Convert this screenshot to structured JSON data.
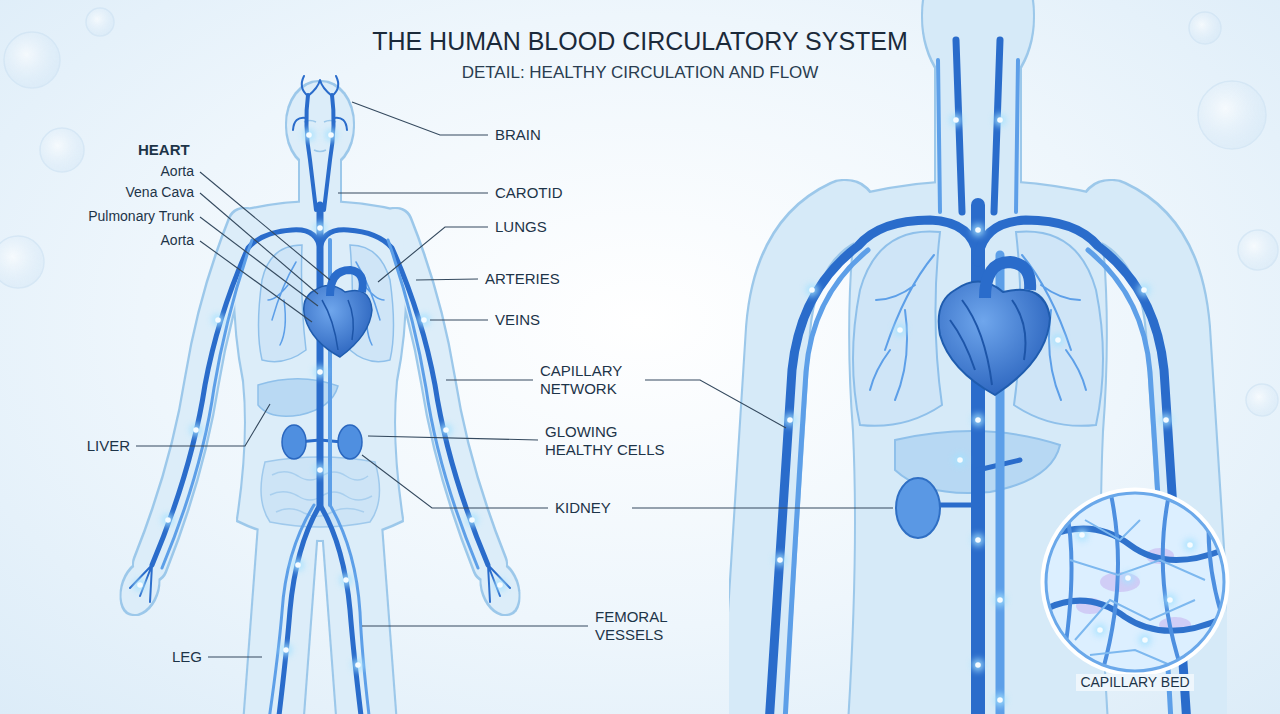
{
  "diagram": {
    "title": "THE HUMAN BLOOD CIRCULATORY SYSTEM",
    "nodes": [
      {
        "text": [
          "CAPILLARY BED"
        ]
      }
    ],
    "labels": [
      "DETAIL: HEALTHY CIRCULATION AND FLOW",
      "HEART",
      "Aorta",
      "Vena Cava",
      "Pulmonary Trunk",
      "Aorta",
      "BRAIN",
      "CAROTID",
      "LUNGS",
      "ARTERIES",
      "VEINS",
      "CAPILLARY NETWORK",
      "GLOWING HEALTHY CELLS",
      "KIDNEY",
      "LIVER",
      "FEMORAL VESSELS",
      "LEG"
    ]
  }
}
